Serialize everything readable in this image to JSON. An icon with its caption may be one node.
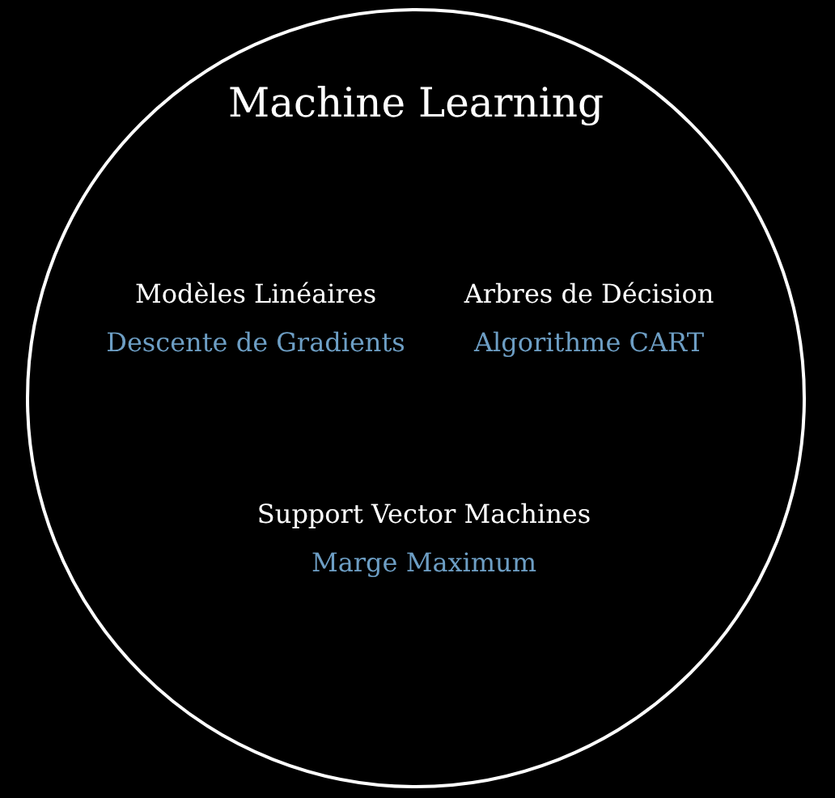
{
  "diagram": {
    "nodes": [
      {
        "text": [
          "Machine Learning"
        ]
      },
      {
        "text": [
          "Modèles Linéaires",
          "Descente de Gradients"
        ],
        "in": 0
      },
      {
        "text": [
          "Arbres de Décision",
          "Algorithme CART"
        ],
        "in": 0
      },
      {
        "text": [
          "Support Vector Machines",
          "Marge Maximum"
        ],
        "in": 0
      }
    ]
  }
}
